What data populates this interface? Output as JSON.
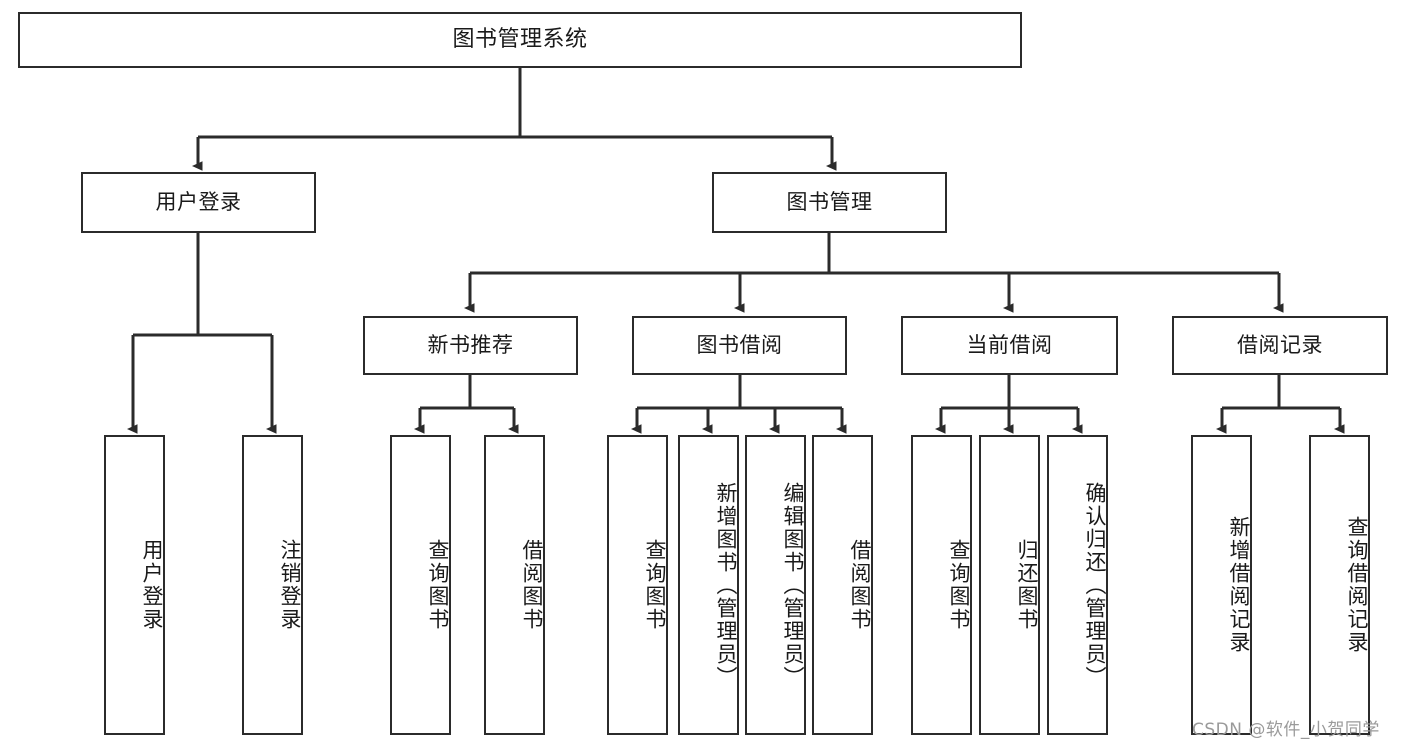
{
  "diagram": {
    "title": "图书管理系统",
    "type": "hierarchy-tree",
    "root": {
      "id": "root",
      "label": "图书管理系统"
    },
    "level2": [
      {
        "id": "user-login",
        "label": "用户登录"
      },
      {
        "id": "book-management",
        "label": "图书管理"
      }
    ],
    "level3": [
      {
        "id": "new-book-recommend",
        "label": "新书推荐"
      },
      {
        "id": "book-borrow",
        "label": "图书借阅"
      },
      {
        "id": "current-borrow",
        "label": "当前借阅"
      },
      {
        "id": "borrow-record",
        "label": "借阅记录"
      }
    ],
    "leaves": {
      "user_login": [
        {
          "id": "leaf-user-login",
          "label": "用户登录"
        },
        {
          "id": "leaf-logout-login",
          "label": "注销登录"
        }
      ],
      "new_book_recommend": [
        {
          "id": "leaf-query-book-1",
          "label": "查询图书"
        },
        {
          "id": "leaf-borrow-book-1",
          "label": "借阅图书"
        }
      ],
      "book_borrow": [
        {
          "id": "leaf-query-book-2",
          "label": "查询图书"
        },
        {
          "id": "leaf-add-book",
          "label": "新增图书（管理员）"
        },
        {
          "id": "leaf-edit-book",
          "label": "编辑图书（管理员）"
        },
        {
          "id": "leaf-borrow-book-2",
          "label": "借阅图书"
        }
      ],
      "current_borrow": [
        {
          "id": "leaf-query-book-3",
          "label": "查询图书"
        },
        {
          "id": "leaf-return-book",
          "label": "归还图书"
        },
        {
          "id": "leaf-confirm-return",
          "label": "确认归还（管理员）"
        }
      ],
      "borrow_record": [
        {
          "id": "leaf-add-record",
          "label": "新增借阅记录"
        },
        {
          "id": "leaf-query-record",
          "label": "查询借阅记录"
        }
      ]
    }
  },
  "watermark": {
    "text": "CSDN @软件_小贺同学"
  },
  "colors": {
    "border": "#2b2b2b",
    "background": "#ffffff",
    "text": "#1a1a1a",
    "watermark": "#9a9a9a"
  }
}
